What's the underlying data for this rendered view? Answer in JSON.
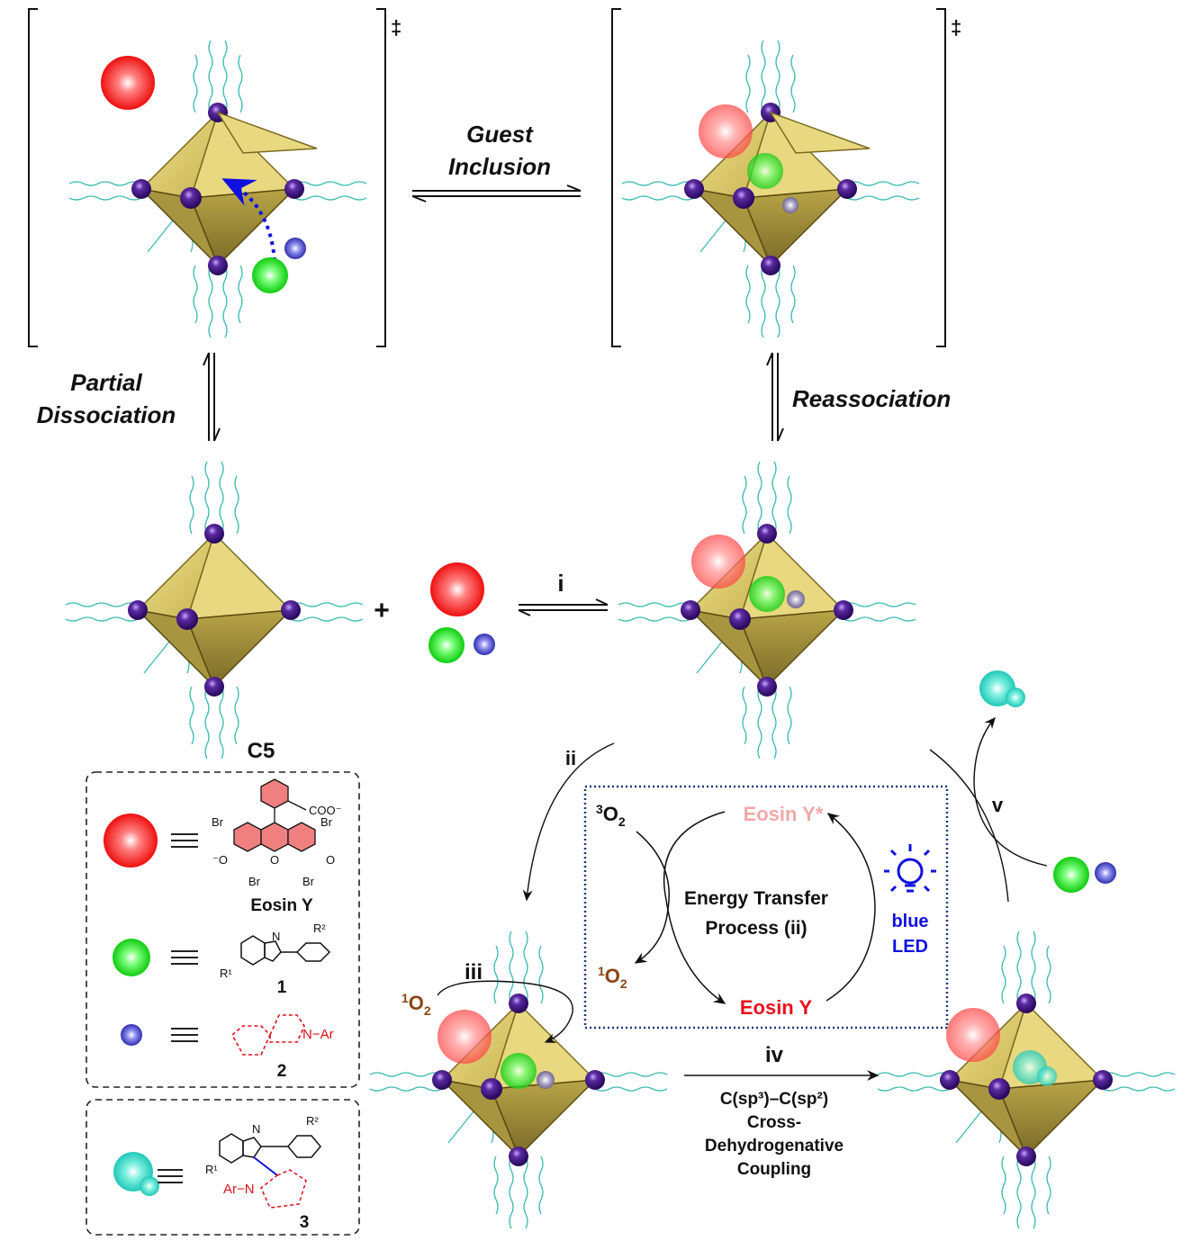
{
  "labels": {
    "ts_mark": "‡",
    "guest_inclusion_1": "Guest",
    "guest_inclusion_2": "Inclusion",
    "partial_1": "Partial",
    "partial_2": "Dissociation",
    "reassociation": "Reassociation",
    "plus": "+",
    "step_i": "i",
    "step_ii": "ii",
    "step_iii": "iii",
    "step_iv": "iv",
    "step_v": "v",
    "cage_name": "C5"
  },
  "cycle": {
    "o2_triplet_sup": "3",
    "o2_triplet": "O",
    "o2_sub": "2",
    "o2_singlet_sup": "1",
    "eosin_excited": "Eosin Y*",
    "eosin": "Eosin Y",
    "energy_1": "Energy Transfer",
    "energy_2": "Process (ii)",
    "led_1": "blue",
    "led_2": "LED"
  },
  "coupling": {
    "line1": "C(sp³)–C(sp²)",
    "line2": "Cross-",
    "line3": "Dehydrogenative",
    "line4": "Coupling"
  },
  "legend": {
    "eosin_name": "Eosin Y",
    "coo": "COO⁻",
    "br": "Br",
    "o_minus": "⁻O",
    "o": "O",
    "compound1": "1",
    "compound2": "2",
    "compound3": "3",
    "n": "N",
    "n_ar": "N−Ar",
    "ar_n": "Ar−N",
    "r1": "R¹",
    "r2": "R²"
  },
  "colors": {
    "eosin": "#ff2020",
    "substrate1": "#22dd22",
    "substrate2": "#4444cc",
    "product": "#30d8c8",
    "cage": "#d8c860",
    "vertex": "#4b1c8c",
    "led": "#1010e0",
    "singlet_o2": "#8b4513",
    "box_border": "#1c3a7a"
  }
}
